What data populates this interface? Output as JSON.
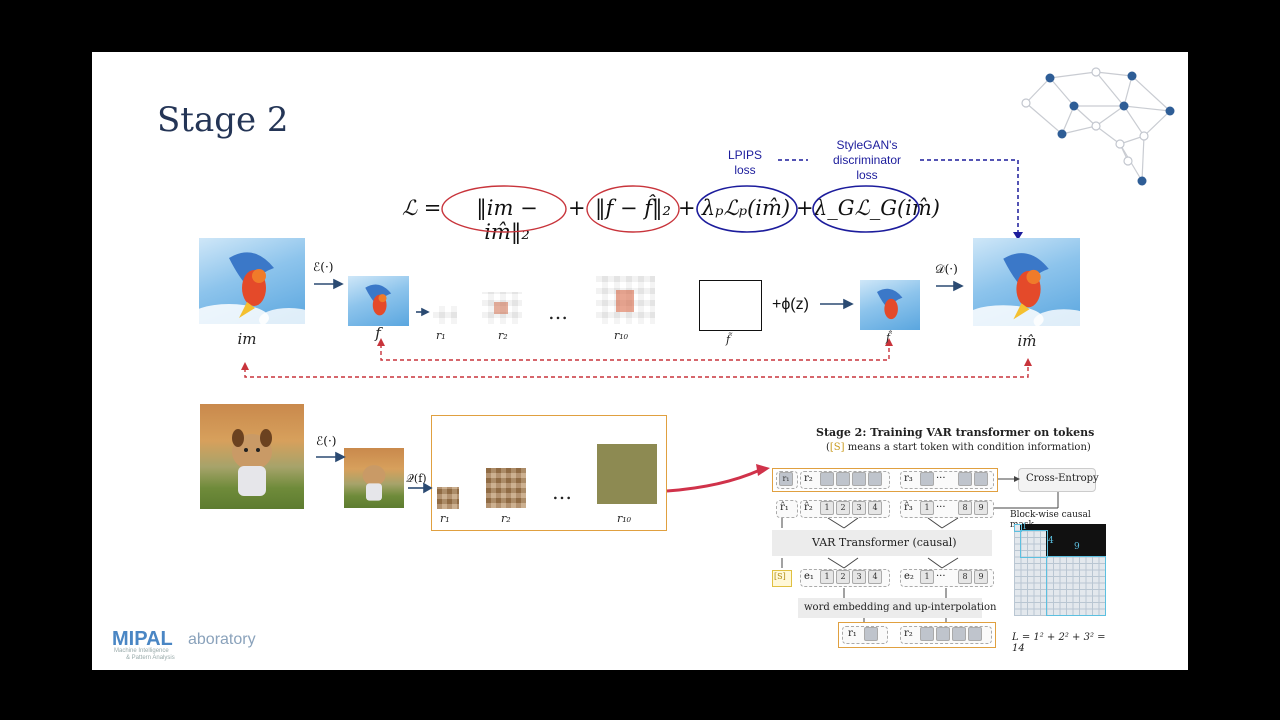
{
  "slide": {
    "title": "Stage 2",
    "formula": {
      "lhs": "ℒ = ",
      "t1": "‖im − im̂‖₂",
      "t2": "‖f − f̂‖₂",
      "t3": "λₚℒₚ(im̂)",
      "t4": "λ_Gℒ_G(im̂)",
      "plus": "+"
    },
    "annotations": {
      "lpips": "LPIPS\nloss",
      "stylegan": "StyleGAN's\ndiscriminator\nloss"
    },
    "row1": {
      "encoder": "ℰ(·)",
      "decoder": "𝒟(·)",
      "im": "im",
      "f": "f",
      "r1": "r₁",
      "r2": "r₂",
      "dots": "…",
      "r10": "r₁₀",
      "f_tilde": "f̃",
      "phi": "+ϕ(z)",
      "f_hat": "f̂",
      "im_hat": "im̂"
    },
    "row2": {
      "encoder": "ℰ(·)",
      "quant": "𝒬(f)",
      "r1": "r₁",
      "r2": "r₂",
      "dots": "…",
      "r10": "r₁₀"
    },
    "var_panel": {
      "heading": "Stage 2:  Training VAR transformer on tokens",
      "subheading_tag": "[S]",
      "subheading": " means a start token with condition information)",
      "subheading_open": "(",
      "cross_entropy": "Cross-Entropy",
      "transformer": "VAR Transformer (causal)",
      "embedding": "word embedding and up-interpolation",
      "mask_title": "Block-wise causal mask",
      "mask_formula": "L = 1² + 2² + 3² = 14",
      "start_token": "[S]",
      "out_r1": "r₁",
      "out_r2": "r₂",
      "out_r3": "r₃",
      "pred_r1": "r̂₁",
      "pred_r2": "r̂₂",
      "pred_r3": "r̂₃",
      "e1": "e₁",
      "e2": "e₂",
      "in_r1": "r₁",
      "in_r2": "r₂",
      "n1": "1",
      "n2": "2",
      "n3": "3",
      "n4": "4",
      "n8": "8",
      "n9": "9",
      "ellipsis": "···",
      "mask_l1": "1",
      "mask_l4": "4",
      "mask_l9": "9"
    },
    "logo": {
      "big": "MIPAL",
      "rest": "aboratory",
      "tag1": "Machine Intelligence",
      "tag2": "& Pattern Analysis"
    },
    "colors": {
      "red": "#c8343b",
      "blue": "#1c1c9c",
      "navy": "#243556",
      "orange": "#e0a040"
    }
  }
}
